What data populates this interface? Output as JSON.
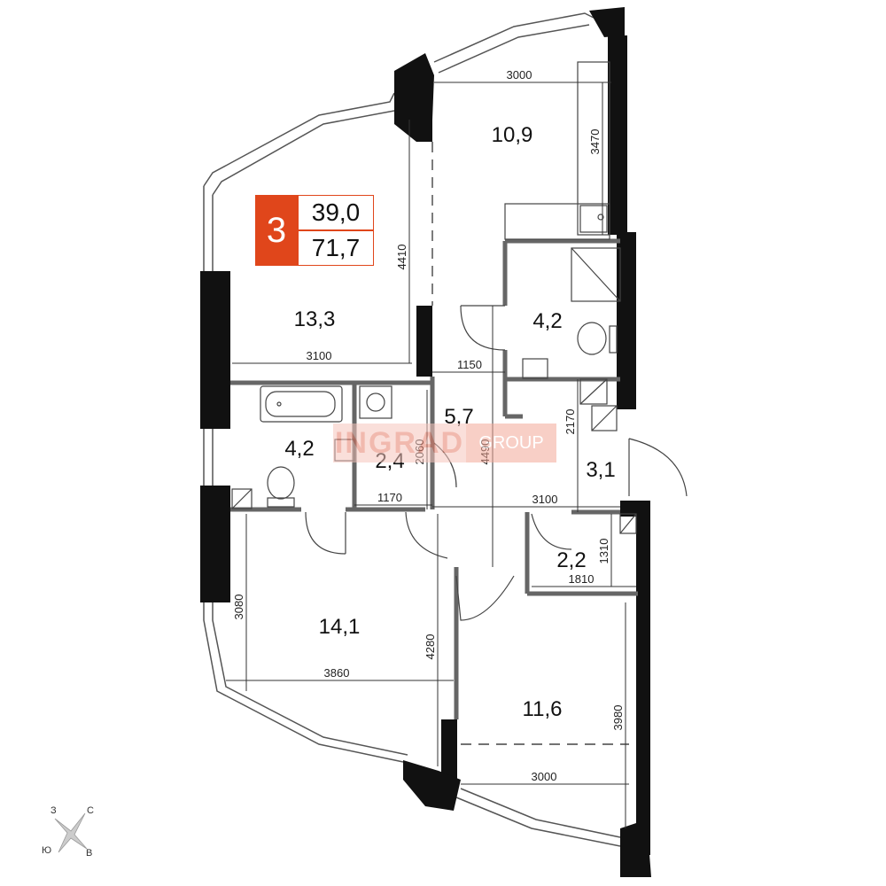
{
  "badge": {
    "rooms": "3",
    "living_area": "39,0",
    "total_area": "71,7"
  },
  "watermark": {
    "part1": "INGRAD",
    "part2": "GROUP"
  },
  "rooms": {
    "kitchen": "10,9",
    "living_room": "13,3",
    "bathroom_1": "4,2",
    "bathroom_2": "4,2",
    "laundry": "2,4",
    "hall": "5,7",
    "entrance": "3,1",
    "closet": "2,2",
    "bedroom_1": "14,1",
    "bedroom_2": "11,6"
  },
  "dimensions": {
    "kitchen_width": "3000",
    "kitchen_depth": "3470",
    "living_height": "4410",
    "living_width": "3100",
    "hall_width": "1150",
    "hall_length": "4490",
    "laundry_height": "2060",
    "laundry_width": "1170",
    "entrance_height": "2170",
    "corridor_width": "3100",
    "closet_height": "1310",
    "closet_width": "1810",
    "bedroom1_height": "3080",
    "bedroom1_width": "3860",
    "bedroom1_depth": "4280",
    "bedroom2_height": "3980",
    "bedroom2_width": "3000"
  },
  "compass": {
    "west": "З",
    "north": "С",
    "south": "Ю",
    "east": "В"
  },
  "colors": {
    "accent": "#e0461b",
    "wall": "#111111",
    "interior_wall": "#666666"
  }
}
